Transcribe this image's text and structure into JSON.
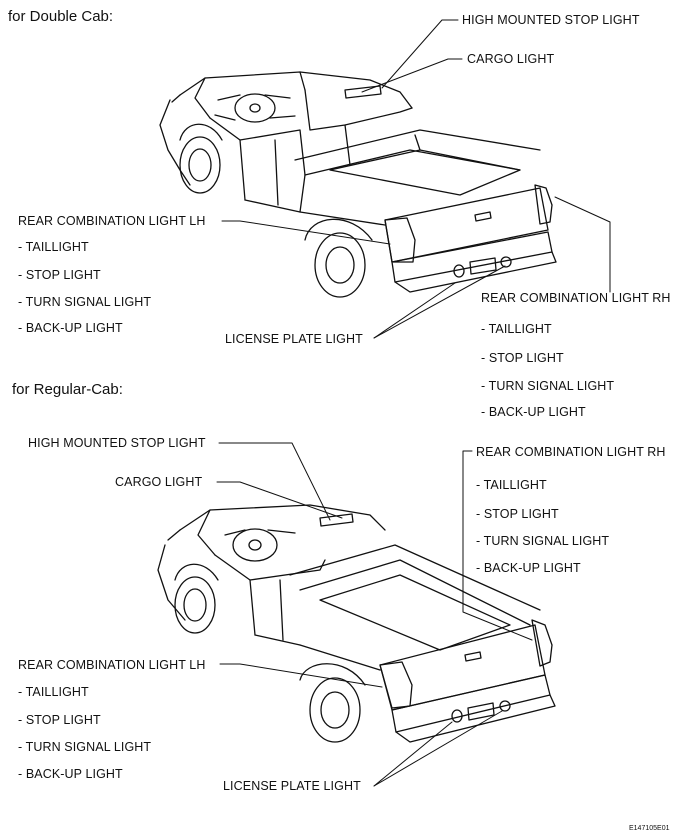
{
  "double_cab": {
    "heading": "for Double Cab:",
    "high_mounted_stop_light": "HIGH MOUNTED STOP LIGHT",
    "cargo_light": "CARGO LIGHT",
    "rear_lh": {
      "title": "REAR COMBINATION LIGHT LH",
      "items": [
        "- TAILLIGHT",
        "- STOP LIGHT",
        "- TURN SIGNAL LIGHT",
        "- BACK-UP LIGHT"
      ]
    },
    "rear_rh": {
      "title": "REAR COMBINATION LIGHT RH",
      "items": [
        "- TAILLIGHT",
        "- STOP LIGHT",
        "- TURN SIGNAL LIGHT",
        "- BACK-UP LIGHT"
      ]
    },
    "license_plate_light": "LICENSE PLATE LIGHT"
  },
  "regular_cab": {
    "heading": "for Regular-Cab:",
    "high_mounted_stop_light": "HIGH MOUNTED STOP LIGHT",
    "cargo_light": "CARGO LIGHT",
    "rear_lh": {
      "title": "REAR COMBINATION LIGHT LH",
      "items": [
        "- TAILLIGHT",
        "- STOP LIGHT",
        "- TURN SIGNAL LIGHT",
        "- BACK-UP LIGHT"
      ]
    },
    "rear_rh": {
      "title": "REAR COMBINATION LIGHT RH",
      "items": [
        "- TAILLIGHT",
        "- STOP LIGHT",
        "- TURN SIGNAL LIGHT",
        "- BACK-UP LIGHT"
      ]
    },
    "license_plate_light": "LICENSE PLATE LIGHT"
  },
  "figure_code": "E147105E01"
}
